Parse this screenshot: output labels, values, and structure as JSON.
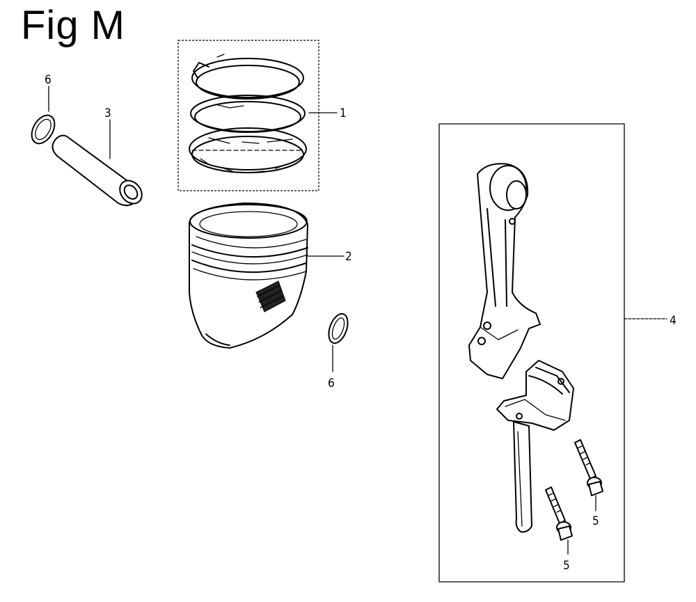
{
  "figure": {
    "title": "Fig M"
  },
  "callouts": {
    "piston_ring_set": "1",
    "piston": "2",
    "piston_pin": "3",
    "connecting_rod_assembly": "4",
    "rod_bolt_right": "5",
    "rod_bolt_left": "5",
    "pin_clip_left": "6",
    "pin_clip_right": "6"
  }
}
